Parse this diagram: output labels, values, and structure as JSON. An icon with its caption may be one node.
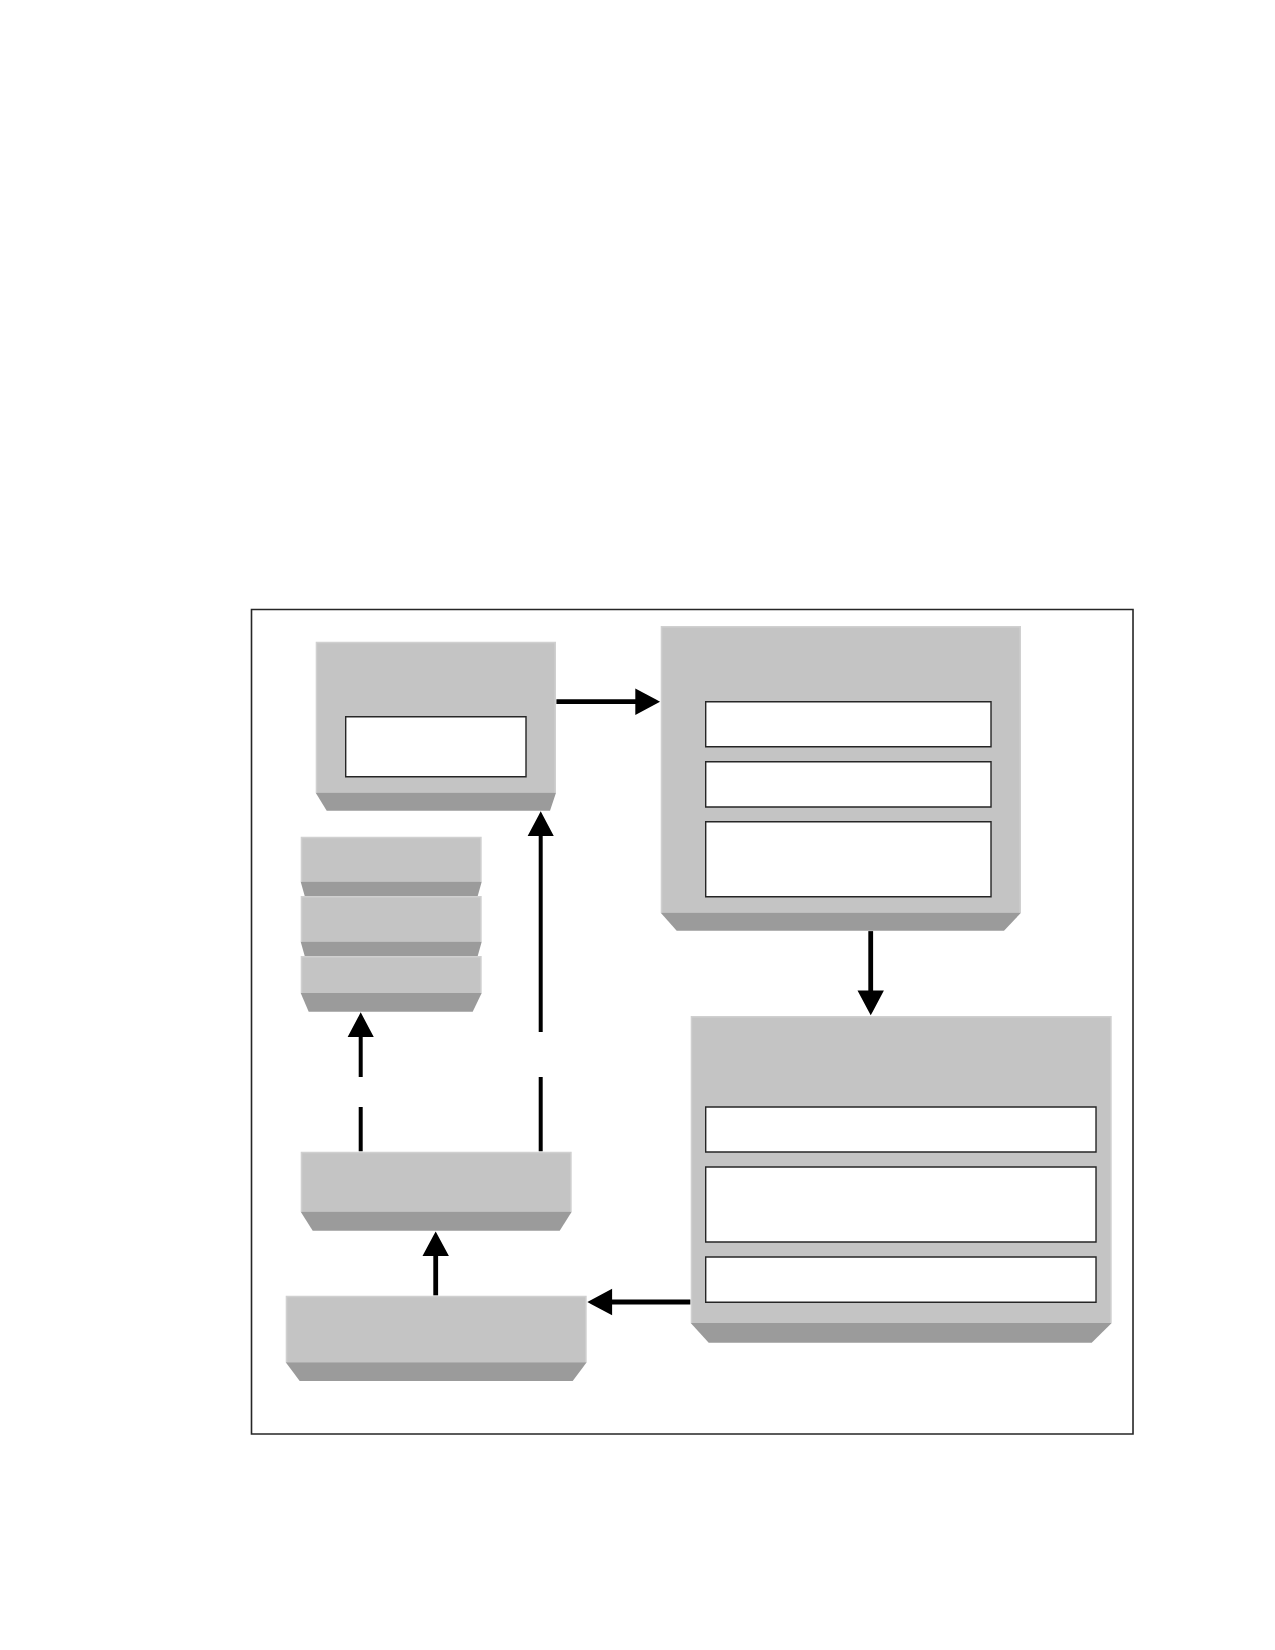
{
  "diagram": {
    "nodes": [
      {
        "text": [],
        "shape": "box"
      },
      {
        "text": [],
        "shape": "box",
        "in": 0
      },
      {
        "text": [],
        "shape": "box"
      },
      {
        "text": [],
        "shape": "box",
        "in": 2
      },
      {
        "text": [],
        "shape": "box",
        "in": 2
      },
      {
        "text": [],
        "shape": "box",
        "in": 2
      },
      {
        "text": [],
        "shape": "box"
      },
      {
        "text": [],
        "shape": "box"
      },
      {
        "text": [],
        "shape": "box"
      },
      {
        "text": [],
        "shape": "box"
      },
      {
        "text": [],
        "shape": "box",
        "in": 9
      },
      {
        "text": [],
        "shape": "box",
        "in": 9
      },
      {
        "text": [],
        "shape": "box",
        "in": 9
      },
      {
        "text": [],
        "shape": "box"
      },
      {
        "text": [],
        "shape": "box"
      }
    ],
    "edges": [
      {
        "from": 0,
        "to": 2,
        "arrow": "to"
      },
      {
        "from": 2,
        "to": 9,
        "arrow": "to"
      },
      {
        "from": 9,
        "to": 14,
        "arrow": "to"
      },
      {
        "from": 14,
        "to": 13,
        "arrow": "to"
      },
      {
        "from": 13,
        "to": 8,
        "arrow": "to",
        "style": "dashed"
      },
      {
        "from": 13,
        "to": 0,
        "arrow": "to",
        "style": "dashed"
      }
    ]
  }
}
